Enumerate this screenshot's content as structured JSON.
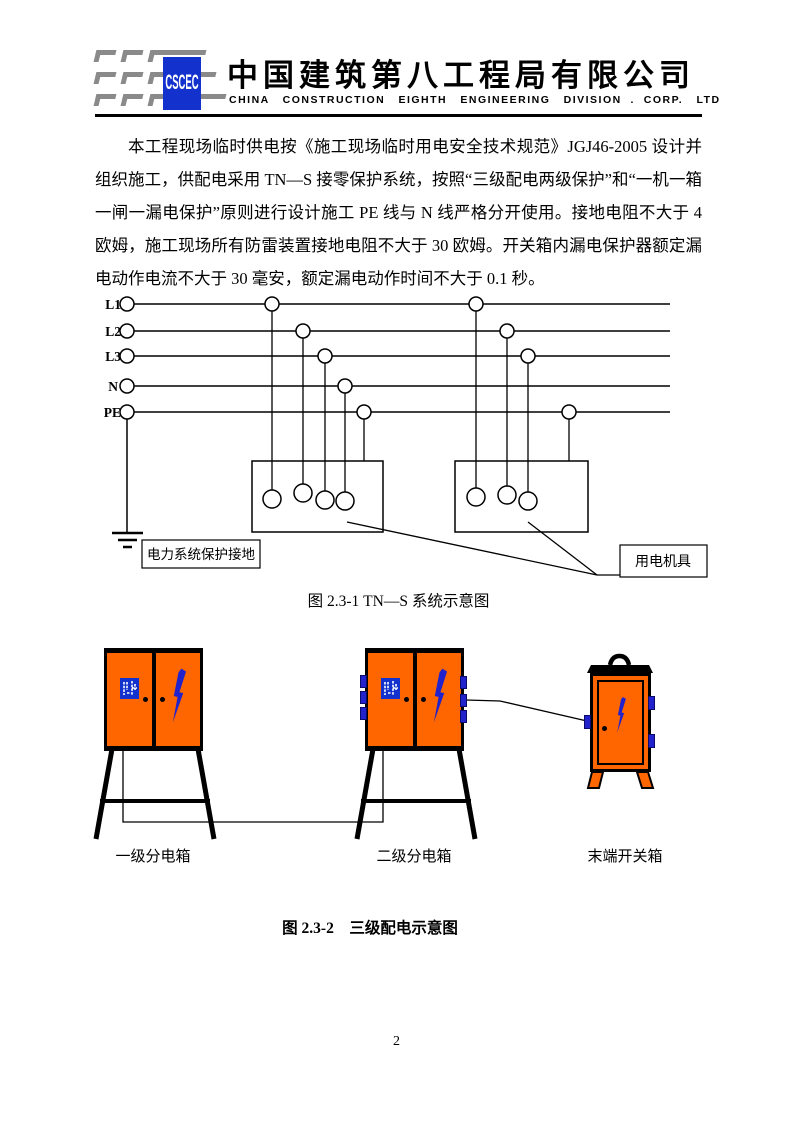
{
  "header": {
    "company_cn": "中国建筑第八工程局有限公司",
    "company_en": "CHINA   CONSTRUCTION   EIGHTH   ENGINEERING   DIVISION  .  CORP.   LTD",
    "logo_text": "CSCEC"
  },
  "body": {
    "paragraph": "本工程现场临时供电按《施工现场临时用电安全技术规范》JGJ46-2005 设计并组织施工，供配电采用 TN—S 接零保护系统，按照“三级配电两级保护”和“一机一箱一闸一漏电保护”原则进行设计施工 PE 线与 N 线严格分开使用。接地电阻不大于 4 欧姆，施工现场所有防雷装置接地电阻不大于 30 欧姆。开关箱内漏电保护器额定漏电动作电流不大于 30 毫安，额定漏电动作时间不大于 0.1 秒。"
  },
  "diagram1": {
    "bus_labels": [
      "L1",
      "L2",
      "L3",
      "N",
      "PE"
    ],
    "ground_label": "电力系统保护接地",
    "load_label": "用电机具",
    "caption": "图 2.3-1  TN—S 系统示意图"
  },
  "diagram2": {
    "box1_label": "一级分电箱",
    "box2_label": "二级分电箱",
    "box3_label": "末端开关箱",
    "caption": "图 2.3-2　三级配电示意图"
  },
  "page_number": "2",
  "colors": {
    "orange": "#FF6600",
    "blue": "#2222CC",
    "logoblue": "#1331CC",
    "gray": "#8A8A8A"
  }
}
